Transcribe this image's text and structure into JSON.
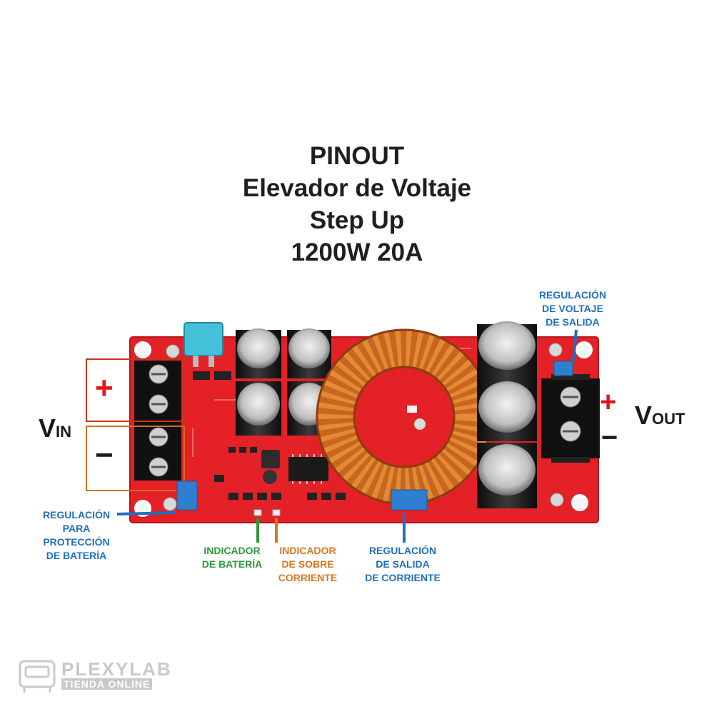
{
  "title": {
    "line1": "PINOUT",
    "line2": "Elevador de Voltaje",
    "line3": "Step Up",
    "line4": "1200W 20A"
  },
  "labels": {
    "vin": {
      "main": "V",
      "sub": "IN"
    },
    "vout": {
      "main": "V",
      "sub": "OUT"
    },
    "plus": "+",
    "minus": "−",
    "reg_voltaje": [
      "REGULACIÓN",
      "DE VOLTAJE",
      "DE SALIDA"
    ],
    "reg_bateria": [
      "REGULACIÓN",
      "PARA",
      "PROTECCIÓN",
      "DE BATERÍA"
    ],
    "ind_bateria": [
      "INDICADOR",
      "DE BATERÍA"
    ],
    "ind_corriente": [
      "INDICADOR",
      "DE SOBRE",
      "CORRIENTE"
    ],
    "reg_corriente": [
      "REGULACIÓN",
      "DE SALIDA",
      "DE CORRIENTE"
    ]
  },
  "logo": {
    "name": "PLEXYLAB",
    "tagline": "TIENDA ONLINE"
  },
  "colors": {
    "pcb": "#e32126",
    "label_blue": "#1f6fc2",
    "label_green": "#2e9a3a",
    "label_orange": "#e07422",
    "sign_red": "#e0161e"
  }
}
